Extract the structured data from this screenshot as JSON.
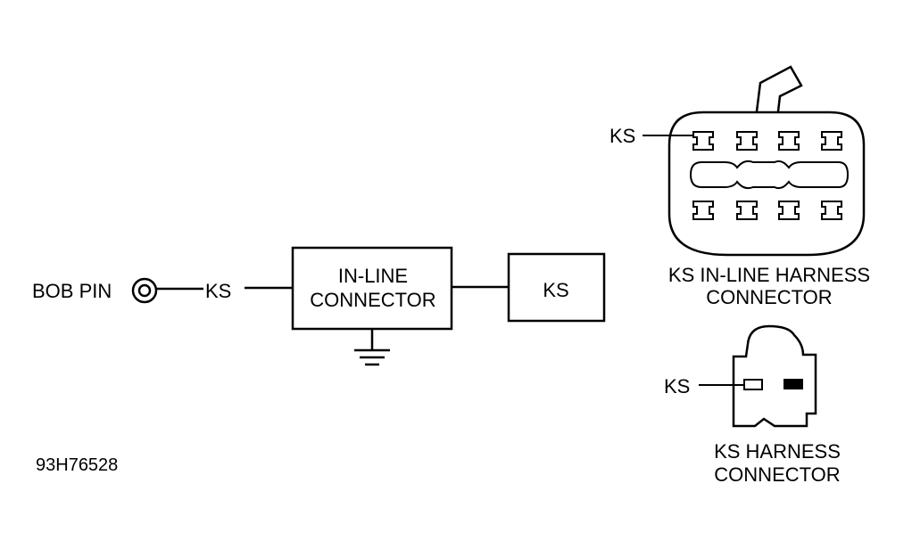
{
  "left_circuit": {
    "bob_pin_label": "BOB PIN",
    "ks_wire_label": "KS",
    "inline_connector_line1": "IN-LINE",
    "inline_connector_line2": "CONNECTOR",
    "ks_box_label": "KS"
  },
  "inline_harness": {
    "pointer_label": "KS",
    "caption_line1": "KS IN-LINE HARNESS",
    "caption_line2": "CONNECTOR"
  },
  "harness": {
    "pointer_label": "KS",
    "caption_line1": "KS HARNESS",
    "caption_line2": "CONNECTOR"
  },
  "figure_code": "93H76528"
}
